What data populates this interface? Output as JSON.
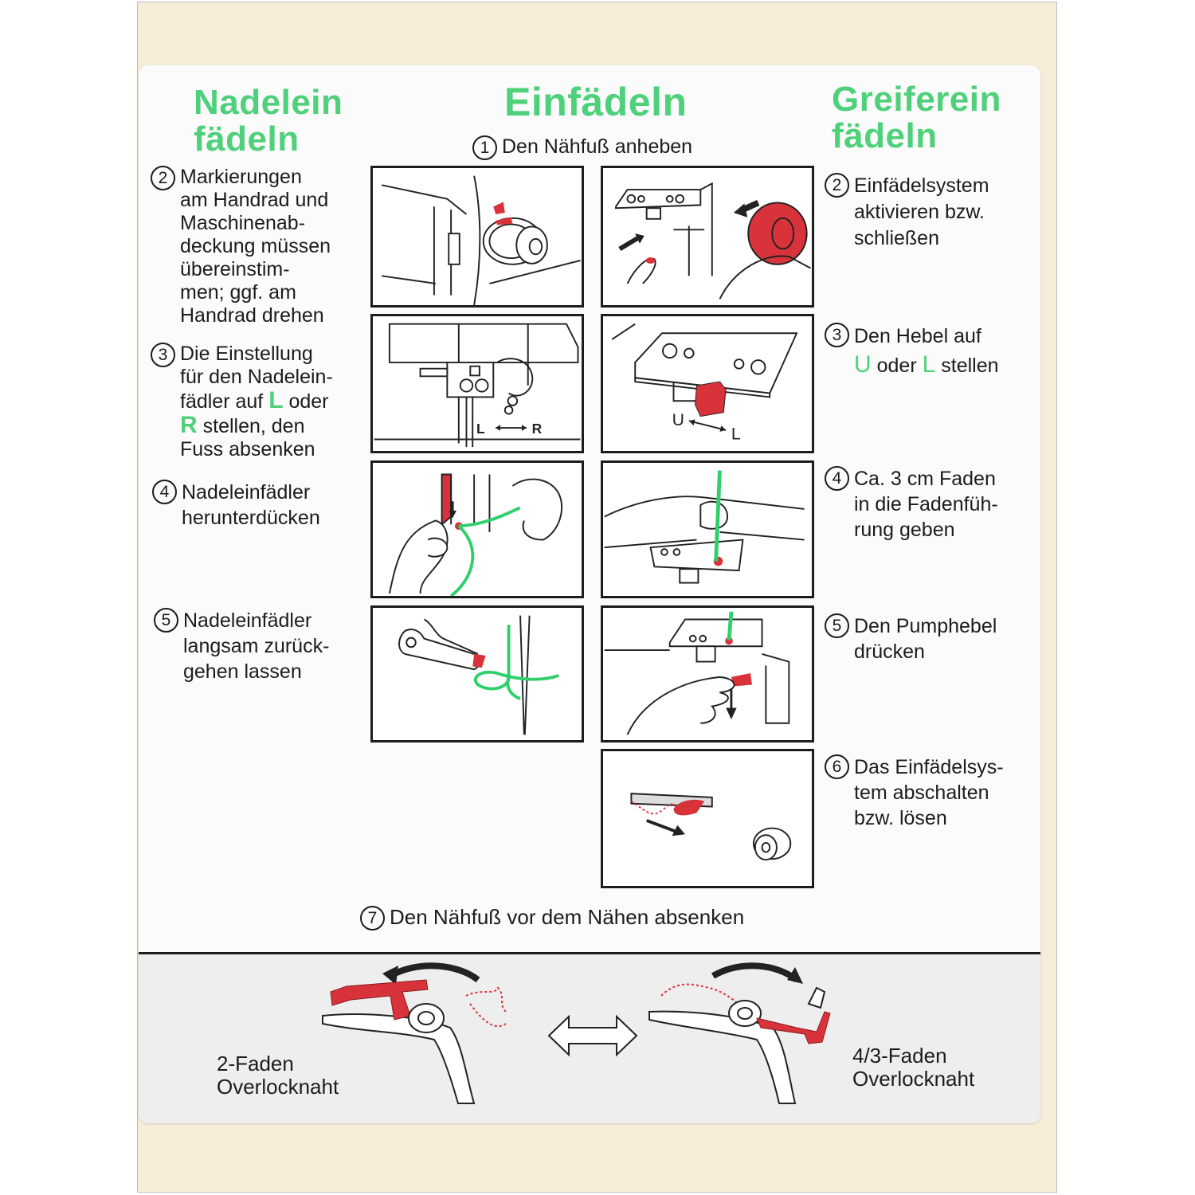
{
  "headers": {
    "left": "Nadelein\nfädeln",
    "center": "Einfädeln",
    "right": "Greiferein\nfädeln"
  },
  "top_step": {
    "num": "1",
    "text": "Den Nähfuß anheben"
  },
  "left_steps": [
    {
      "num": "2",
      "text": "Markierungen\nam Handrad und\nMaschinenab-\ndeckung müssen\nübereinstim-\nmen; ggf. am\nHandrad drehen"
    },
    {
      "num": "3",
      "text_a": "Die Einstellung\nfür den Nadelein-\nfädler auf ",
      "L": "L",
      "text_b": " oder",
      "R": "R",
      "text_c": " stellen, den\nFuss absenken"
    },
    {
      "num": "4",
      "text": "Nadeleinfädler\nherunterdücken"
    },
    {
      "num": "5",
      "text": "Nadeleinfädler\nlangsam zurück-\ngehen lassen"
    }
  ],
  "right_steps": [
    {
      "num": "2",
      "text": "Einfädelsystem\naktivieren bzw.\nschließen"
    },
    {
      "num": "3",
      "text_a": "Den Hebel auf\n",
      "U": "U",
      "text_b": " oder ",
      "L": "L",
      "text_c": " stellen"
    },
    {
      "num": "4",
      "text": "Ca. 3 cm Faden\nin die Fadenfüh-\nrung geben"
    },
    {
      "num": "5",
      "text": "Den Pumphebel\ndrücken"
    },
    {
      "num": "6",
      "text": "Das Einfädelsys-\ntem abschalten\nbzw. lösen"
    }
  ],
  "final_step": {
    "num": "7",
    "text": "Den Nähfuß vor dem Nähen absenken"
  },
  "diagram_labels": {
    "left_L": "L",
    "left_R": "R",
    "right_U": "U",
    "right_L": "L"
  },
  "bottom": {
    "left_label": "2-Faden\nOverlocknaht",
    "right_label": "4/3-Faden\nOverlocknaht"
  },
  "colors": {
    "heading_green": "#4fd07a",
    "thread_green": "#2fcf6a",
    "part_red": "#d8333b"
  }
}
